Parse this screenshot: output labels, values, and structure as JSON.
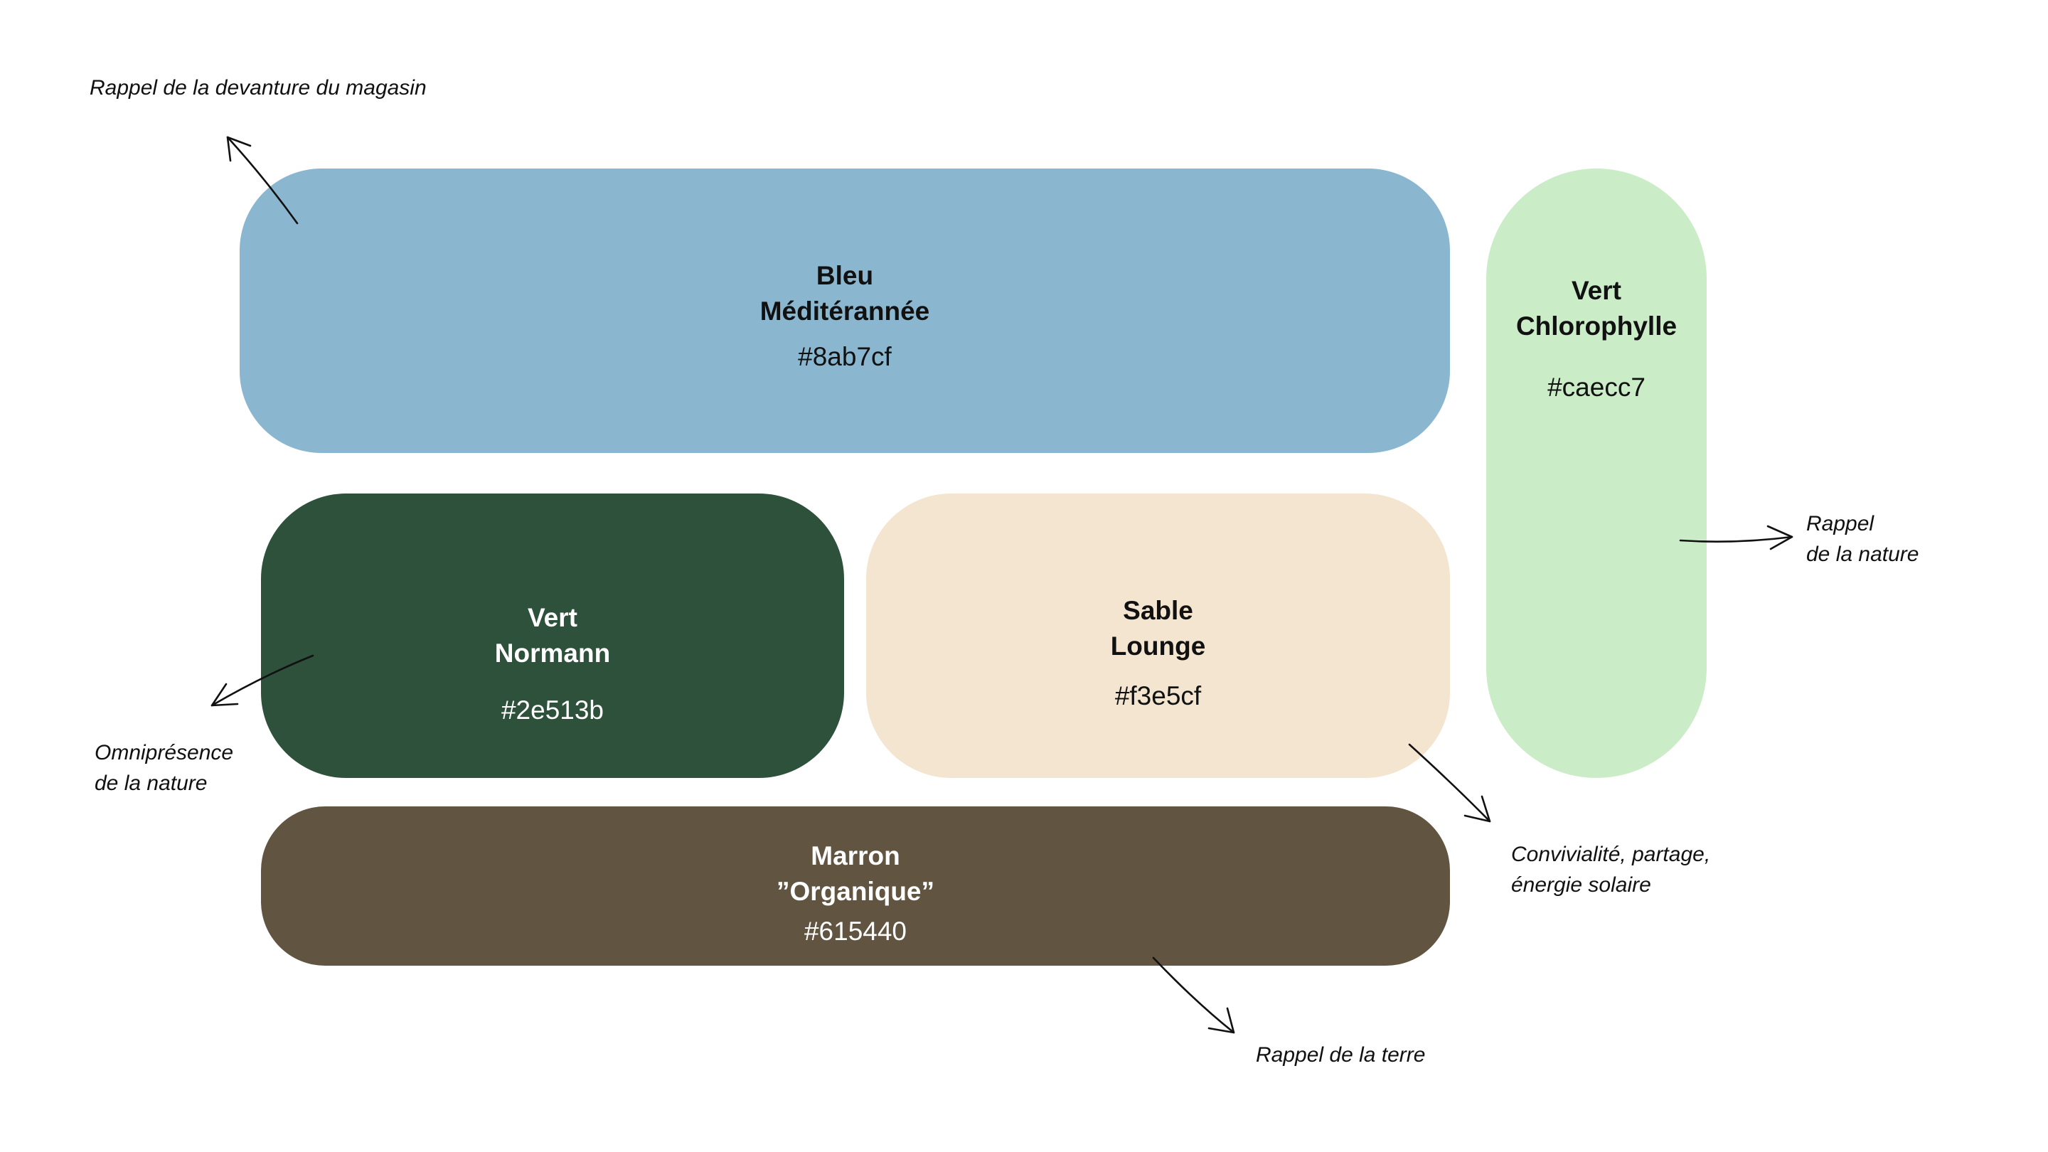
{
  "swatches": {
    "bleu": {
      "name": "Bleu\nMéditérannée",
      "hex": "#8ab7cf",
      "color": "#8ab7cf",
      "text_color": "#111111"
    },
    "chlorophylle": {
      "name": "Vert\nChlorophylle",
      "hex": "#caecc7",
      "color": "#caecc7",
      "text_color": "#111111"
    },
    "normann": {
      "name": "Vert\nNormann",
      "hex": "#2e513b",
      "color": "#2e513b",
      "text_color": "#ffffff"
    },
    "sable": {
      "name": "Sable\nLounge",
      "hex": "#f3e5cf",
      "color": "#f3e5cf",
      "text_color": "#111111"
    },
    "marron": {
      "name": "Marron\n”Organique”",
      "hex": "#615440",
      "color": "#615440",
      "text_color": "#ffffff"
    }
  },
  "annotations": {
    "devanture": "Rappel de la devanture du magasin",
    "nature_right": "Rappel\nde la nature",
    "omnipresence": "Omniprésence\nde la nature",
    "convivialite": "Convivialité, partage,\nénergie solaire",
    "terre": "Rappel de la terre"
  }
}
